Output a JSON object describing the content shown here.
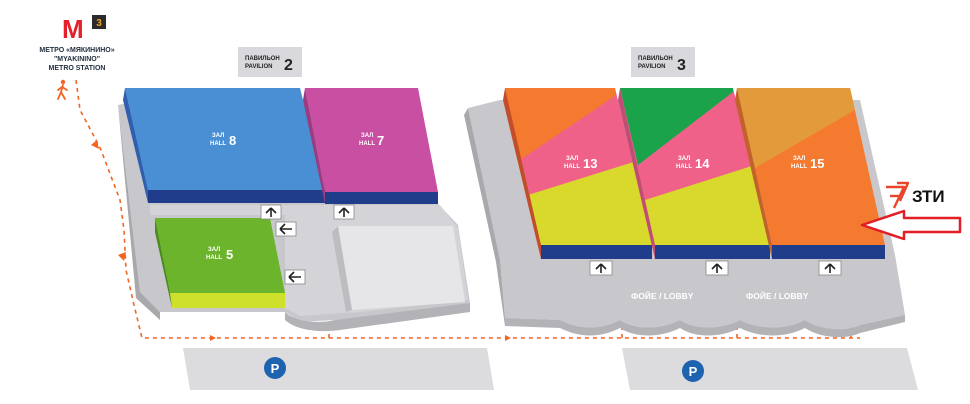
{
  "metro": {
    "icon_letter": "М",
    "line_number": "3",
    "label_line1": "МЕТРО «МЯКИНИНО»",
    "label_line2": "\"MYAKININO\"",
    "label_line3": "METRO STATION",
    "brand_color": "#e4202a"
  },
  "pavilions": [
    {
      "label_ru": "ПАВИЛЬОН",
      "label_en": "PAVILION",
      "number": "2"
    },
    {
      "label_ru": "ПАВИЛЬОН",
      "label_en": "PAVILION",
      "number": "3"
    }
  ],
  "halls": [
    {
      "ru": "ЗАЛ",
      "en": "HALL",
      "number": "8",
      "color": "#4a8fd4"
    },
    {
      "ru": "ЗАЛ",
      "en": "HALL",
      "number": "7",
      "color": "#c94fa3"
    },
    {
      "ru": "ЗАЛ",
      "en": "HALL",
      "number": "5",
      "color": "#6cb42c"
    },
    {
      "ru": "ЗАЛ",
      "en": "HALL",
      "number": "13",
      "colors": [
        "#f47a30",
        "#f0618a",
        "#d9d92d"
      ]
    },
    {
      "ru": "ЗАЛ",
      "en": "HALL",
      "number": "14",
      "colors": [
        "#1aa34a",
        "#f0618a",
        "#d9d92d"
      ]
    },
    {
      "ru": "ЗАЛ",
      "en": "HALL",
      "number": "15",
      "colors": [
        "#e39a3a",
        "#f47a30"
      ]
    }
  ],
  "lobbies": [
    "ФОЙЕ / LOBBY",
    "ФОЙЕ / LOBBY"
  ],
  "parking": [
    {
      "label": "P"
    },
    {
      "label": "P"
    }
  ],
  "exhibitor": {
    "brand": "ЗТИ",
    "arrow_color": "#e41e26",
    "logo_color": "#e9452a"
  },
  "route_color": "#f26522"
}
